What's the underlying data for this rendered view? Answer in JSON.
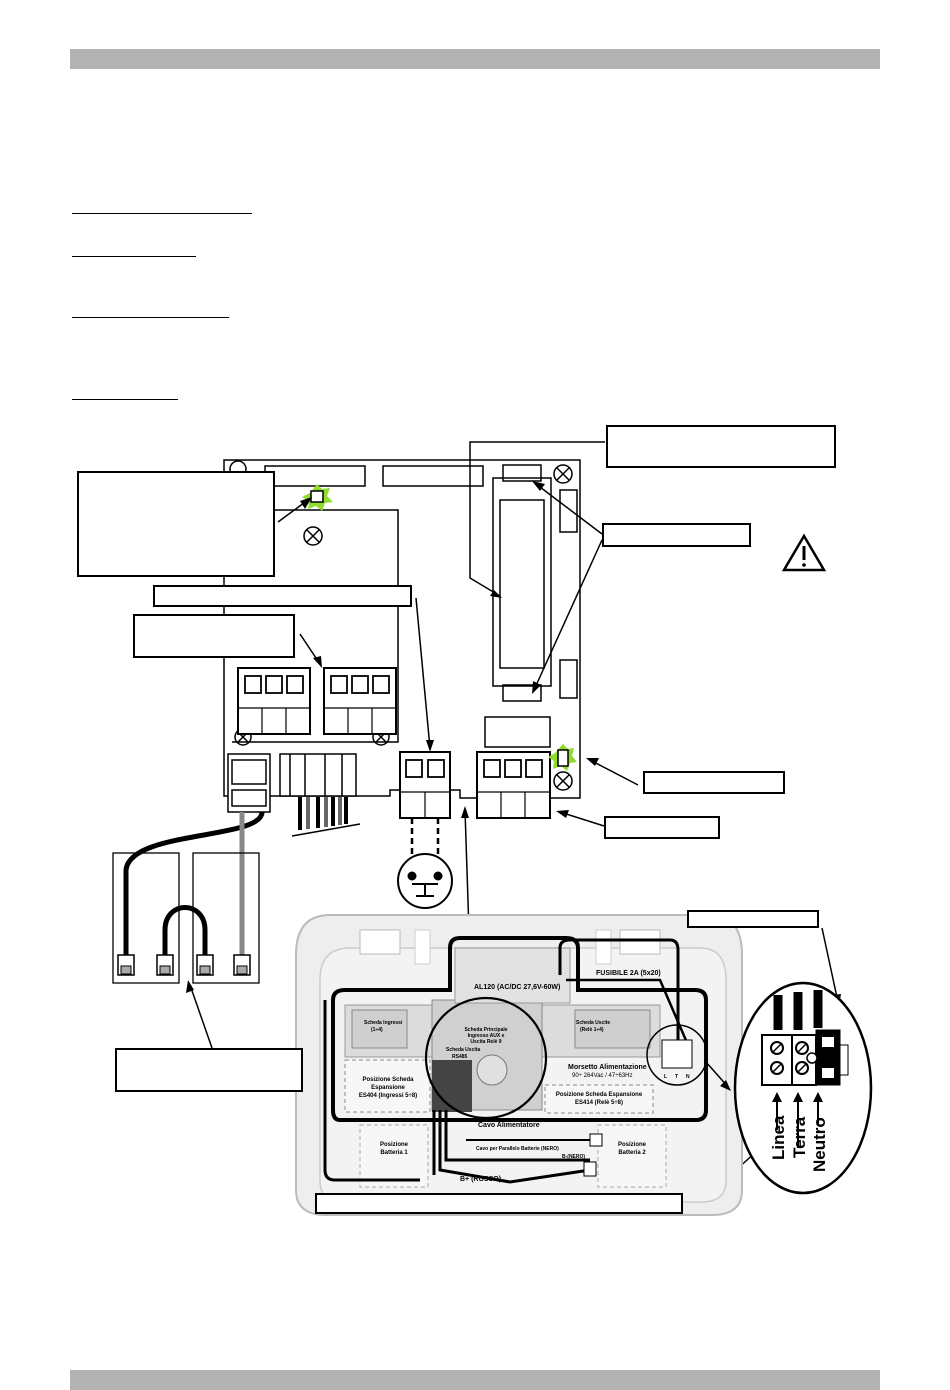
{
  "photo_labels": {
    "al120": "AL120 (AC/DC 27,6V-60W)",
    "fusibile": "FUSIBILE 2A (5x20)",
    "scheda_ingressi": "Scheda Ingressi",
    "ingressi_range": "(1÷4)",
    "scheda_uscite": "Scheda Uscite",
    "uscite_range": "(Relè 1÷4)",
    "scheda_principale_1": "Scheda Principale",
    "scheda_principale_2": "Ingresso AUX e",
    "scheda_principale_3": "Uscita Relè 9",
    "scheda_uscita_rs485_1": "Scheda Uscita",
    "scheda_uscita_rs485_2": "RS485",
    "posizione_scheda": "Posizione Scheda",
    "espansione": "Espansione",
    "es404": "ES404  (Ingressi 5÷8)",
    "morsetto": "Morsetto Alimentazione",
    "morsetto_range": "90÷ 264Vac / 47÷63Hz",
    "posizione_scheda_espansione": "Posizione Scheda Espansione",
    "es414": "ES414  (Relè 5÷8)",
    "cavo_alimentatore": "Cavo Alimentatore",
    "cavo_parallelo": "Cavo per Parallelo Batterie (NERO)",
    "b_nero": "B-(NERO)",
    "b_rosso": "B+ (ROSSO)",
    "posizione_batteria_1a": "Posizione",
    "posizione_batteria_1b": "Batteria 1",
    "posizione_batteria_2a": "Posizione",
    "posizione_batteria_2b": "Batteria 2",
    "lt_l": "L",
    "lt_t": "T",
    "lt_n": "N"
  },
  "terminal_labels": {
    "linea": "Linea",
    "terra": "Terra",
    "neutro": "Neutro"
  },
  "colors": {
    "header_bar": "#b3b3b3",
    "led_glow": "#8fdc2e",
    "photo_bg": "#e6e6e6"
  }
}
